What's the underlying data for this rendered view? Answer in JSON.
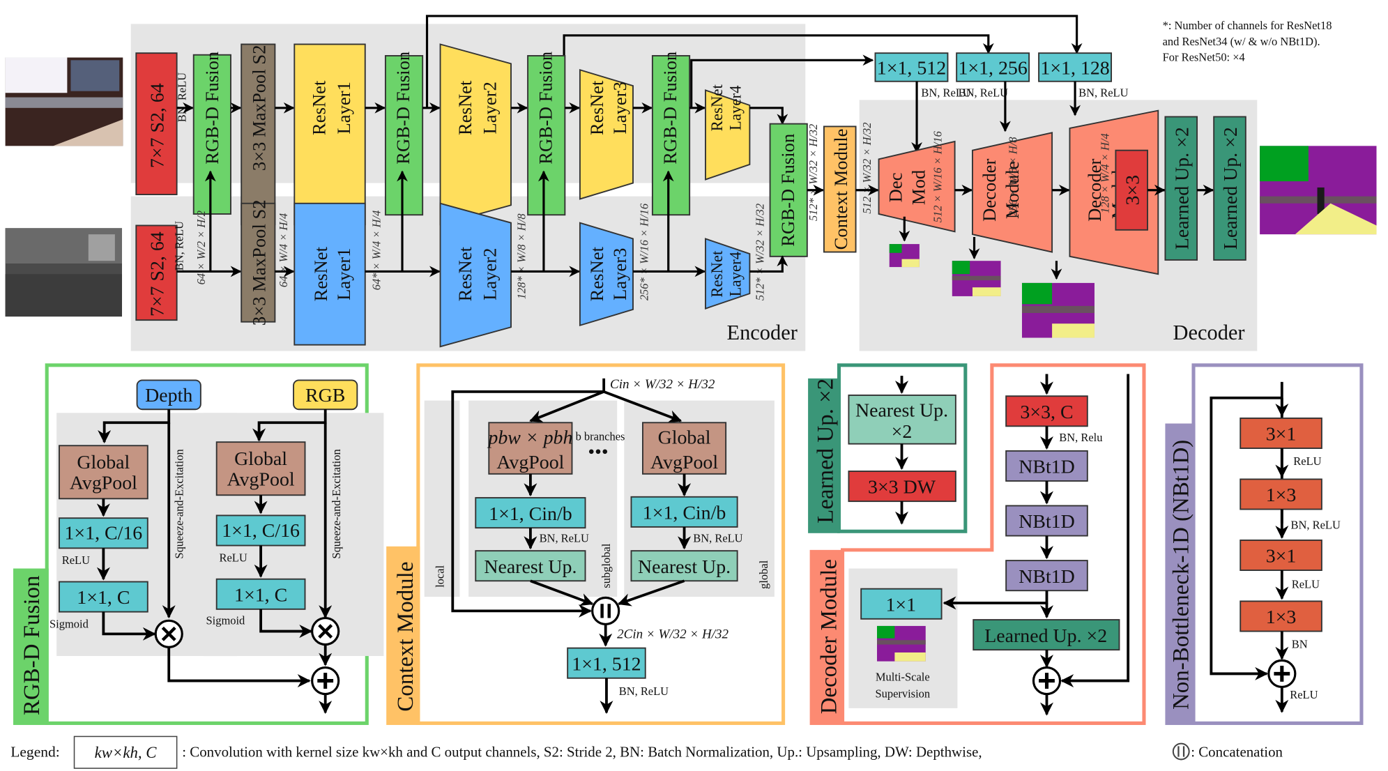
{
  "colors": {
    "conv7": "#e03c3c",
    "fusion": "#6cd36a",
    "maxpool": "#8b7c68",
    "rgb_layer": "#ffde5c",
    "depth_layer": "#64b0ff",
    "skip_conv": "#5ec9d0",
    "context": "#ffc266",
    "decoder": "#fc8a72",
    "learned_up": "#3a9678",
    "avgpool": "#c49583",
    "nearest_up": "#8fcfb8",
    "nbt1d": "#9a90bf",
    "nbt_conv": "#e06040",
    "panel_bg": "#e5e5e5"
  },
  "note": {
    "line1": "*:  Number of channels for ResNet18",
    "line2": "and ResNet34 (w/ & w/o NBt1D).",
    "line3": "For ResNet50: ×4"
  },
  "encoder": {
    "label": "Encoder",
    "rgb": {
      "conv": "7×7 S2, 64",
      "bn_relu": "BN, ReLU",
      "maxpool": "3×3 MaxPool S2",
      "layer1": [
        "ResNet",
        "Layer1"
      ],
      "layer2": [
        "ResNet",
        "Layer2"
      ],
      "layer3": [
        "ResNet",
        "Layer3"
      ],
      "layer4": [
        "ResNet",
        "Layer4"
      ]
    },
    "depth": {
      "conv": "7×7 S2, 64",
      "bn_relu": "BN, ReLU",
      "maxpool": "3×3 MaxPool S2",
      "layer1": [
        "ResNet",
        "Layer1"
      ],
      "layer2": [
        "ResNet",
        "Layer2"
      ],
      "layer3": [
        "ResNet",
        "Layer3"
      ],
      "layer4": [
        "ResNet",
        "Layer4"
      ]
    },
    "fusion_label": "RGB-D Fusion",
    "dims": {
      "d1": "64 × W/2 × H/2",
      "d2": "64 × W/4 × H/4",
      "d3": "64* × W/4 × H/4",
      "d4": "128* × W/8 × H/8",
      "d5": "256* × W/16 × H/16",
      "d6": "512* × W/32 × H/32",
      "d7": "512* × W/32 × H/32"
    }
  },
  "decoder": {
    "label": "Decoder",
    "context_module": "Context Module",
    "skip1": "1×1, 512",
    "skip2": "1×1, 256",
    "skip3": "1×1, 128",
    "bn_relu": "BN, ReLU",
    "dec1": [
      "Dec",
      "Mod"
    ],
    "dec2": [
      "Decoder",
      "Module"
    ],
    "dec3": [
      "Decoder",
      "Module"
    ],
    "final_conv": "3×3",
    "up1": "Learned Up. ×2",
    "up2": "Learned Up. ×2",
    "dims": {
      "c1": "512 × W/32 × H/32",
      "c2": "512 × W/16 × H/16",
      "c3": "256 × W/8 × H/8",
      "c4": "128 × W/4 × H/4"
    }
  },
  "fusion_panel": {
    "title": "RGB-D Fusion",
    "depth": "Depth",
    "rgb": "RGB",
    "gap": [
      "Global",
      "AvgPool"
    ],
    "fc1": "1×1, C/16",
    "relu": "ReLU",
    "fc2": "1×1, C",
    "sigmoid": "Sigmoid",
    "se": "Squeeze-and-Excitation"
  },
  "context_panel": {
    "title": "Context Module",
    "input": "Cin × W/32 × H/32",
    "branch_pool": "pbw × pbh",
    "avgpool": "AvgPool",
    "b_branches": "b branches",
    "dots": "•••",
    "global": [
      "Global",
      "AvgPool"
    ],
    "conv": "1×1, Cin/b",
    "bn_relu": "BN, ReLU",
    "nearest": "Nearest Up.",
    "local": "local",
    "subglobal": "subglobal",
    "global_lbl": "global",
    "concat_dim": "2Cin × W/32 × H/32",
    "out_conv": "1×1, 512",
    "out_bn": "BN, ReLU"
  },
  "learned_up_panel": {
    "title": "Learned Up. ×2",
    "nearest": [
      "Nearest Up.",
      "×2"
    ],
    "dw": "3×3 DW"
  },
  "decoder_panel": {
    "title": "Decoder Module",
    "conv": "3×3, C",
    "bn_relu": "BN, Relu",
    "nbt": [
      "NBt1D",
      "NBt1D",
      "NBt1D"
    ],
    "side_conv": "1×1",
    "msup": [
      "Multi-Scale",
      "Supervision"
    ],
    "up": "Learned Up. ×2"
  },
  "nbt_panel": {
    "title": "Non-Bottleneck-1D (NBt1D)",
    "convs": [
      "3×1",
      "1×3",
      "3×1",
      "1×3"
    ],
    "acts": [
      "ReLU",
      "BN, ReLU",
      "ReLU",
      "BN"
    ],
    "out_act": "ReLU"
  },
  "legend": {
    "prefix": "Legend:",
    "box": "kw×kh, C",
    "text1": ": Convolution with kernel size kw×kh and C output channels, S2: Stride 2, BN: Batch Normalization, Up.: Upsampling, DW: Depthwise,",
    "concat_sym": "II",
    "text2": ": Concatenation"
  }
}
